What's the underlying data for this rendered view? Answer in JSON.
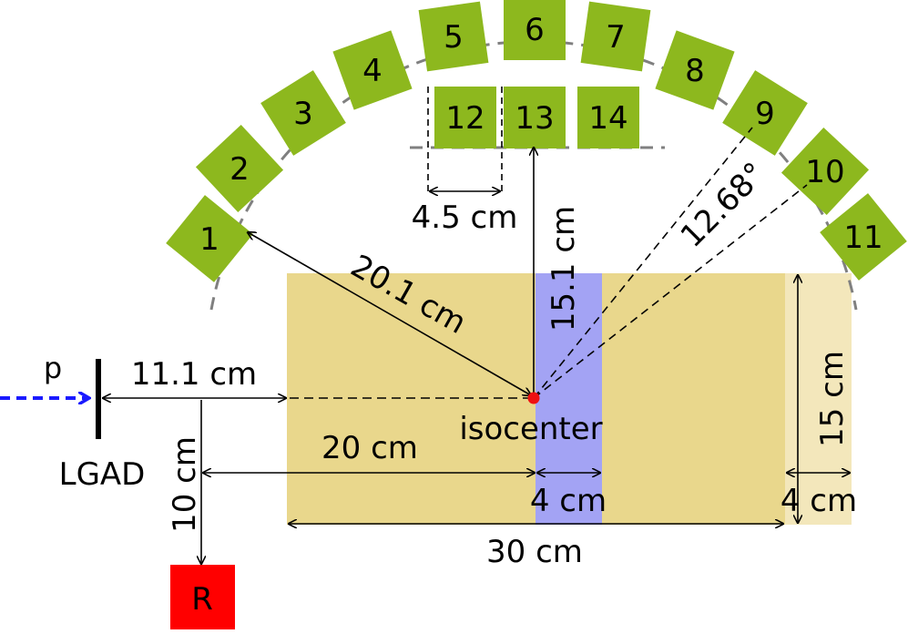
{
  "colors": {
    "detector": "#8db81e",
    "detector_stroke": "#6f9a12",
    "phantom": "#e9d78c",
    "phantom_light": "#f3e7bb",
    "insert": "#a3a3f4",
    "isocenter": "#ee1111",
    "reference": "#ff0000",
    "beam": "#1a1aff",
    "arc": "#808080"
  },
  "detectors": {
    "outer_ring": [
      "1",
      "2",
      "3",
      "4",
      "5",
      "6",
      "7",
      "8",
      "9",
      "10",
      "11"
    ],
    "inner_row": [
      "12",
      "13",
      "14"
    ]
  },
  "labels": {
    "beam": "p",
    "lgad": "LGAD",
    "reference": "R",
    "isocenter": "isocenter",
    "radius": "20.1 cm",
    "detector_width": "4.5 cm",
    "inner_distance": "15.1 cm",
    "angle": "12.68°",
    "lgad_distance": "11.1 cm",
    "ref_distance": "10 cm",
    "insert_depth": "20 cm",
    "insert_width": "4 cm",
    "phantom_length": "30 cm",
    "slab_height": "15 cm",
    "slab_width": "4 cm"
  }
}
